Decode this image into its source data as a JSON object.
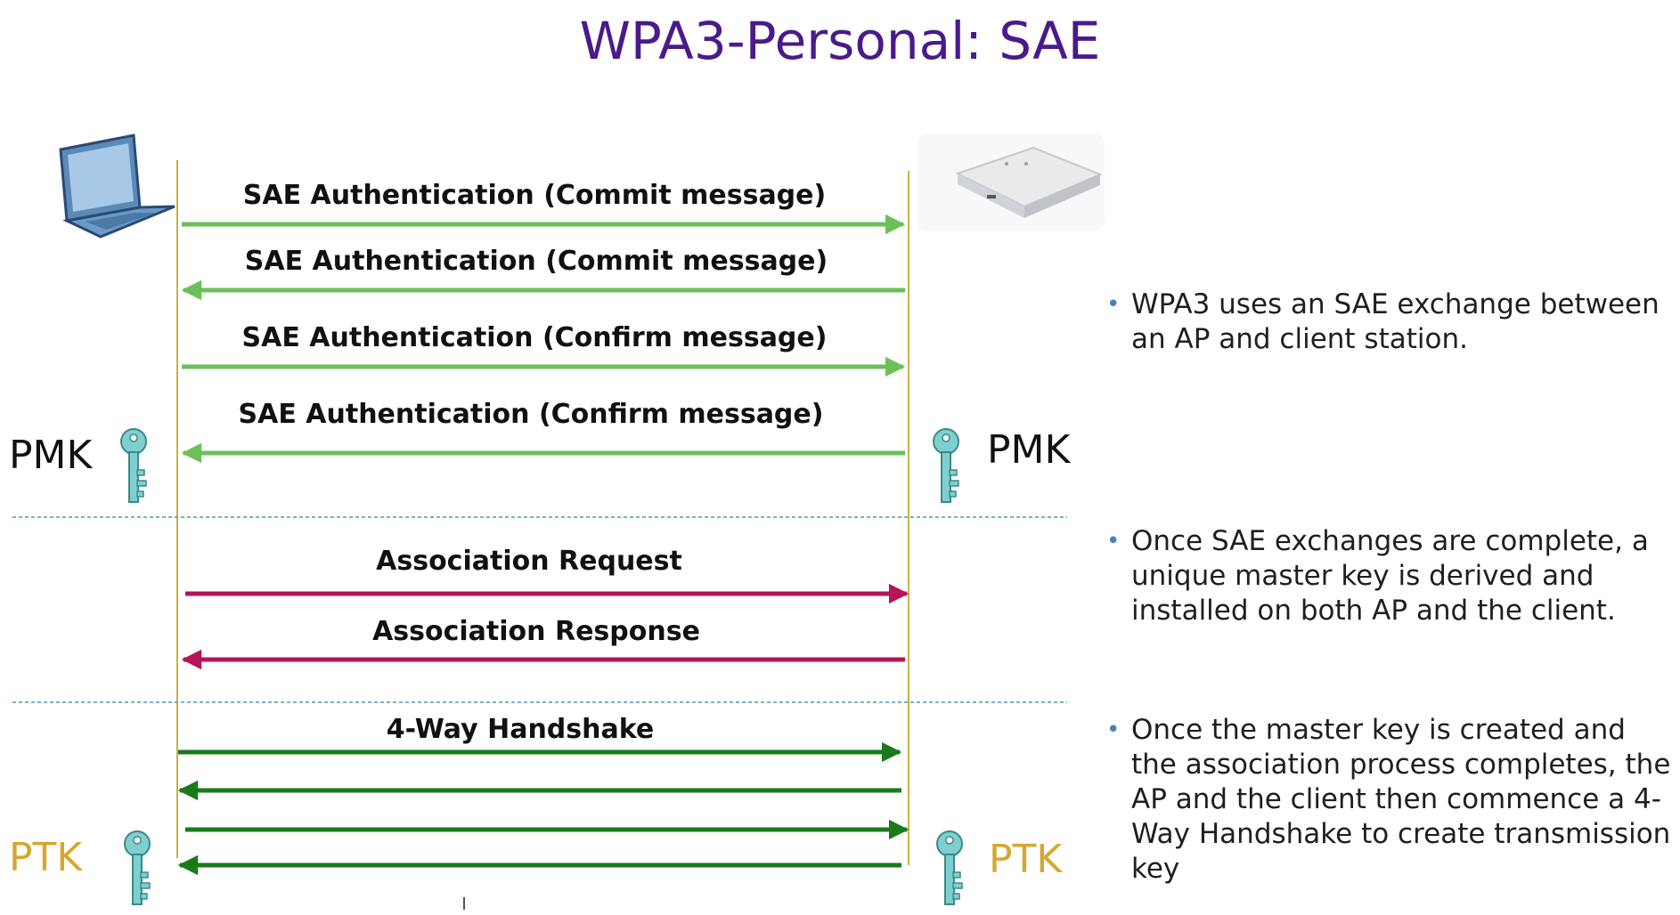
{
  "title": "WPA3-Personal: SAE",
  "messages": [
    "SAE Authentication (Commit message)",
    "SAE Authentication (Commit message)",
    "SAE Authentication (Confirm message)",
    "SAE Authentication (Confirm message)",
    "Association Request",
    "Association Response",
    "4-Way Handshake"
  ],
  "keys": {
    "pmk_left": "PMK",
    "pmk_right": "PMK",
    "ptk_left": "PTK",
    "ptk_right": "PTK"
  },
  "bullets": [
    "WPA3 uses an SAE exchange between an AP and client station.",
    "Once SAE exchanges are complete, a unique master key is derived and installed on both AP and the client.",
    "Once the master key is created and the association process completes, the AP and the client then commence a 4-Way Handshake to create transmission key"
  ],
  "colors": {
    "title": "#4a1a8c",
    "sae_arrow": "#6dbf5a",
    "assoc_arrow": "#b5135a",
    "handshake_arrow": "#1a7a1a",
    "lifeline": "#c8b04a",
    "divider": "#4a9ab5",
    "ptk_label": "#d4a830",
    "pmk_label": "#111111",
    "key": "#7fcfcf"
  },
  "icons": {
    "client": "laptop-icon",
    "ap": "access-point-icon",
    "key": "key-icon"
  }
}
